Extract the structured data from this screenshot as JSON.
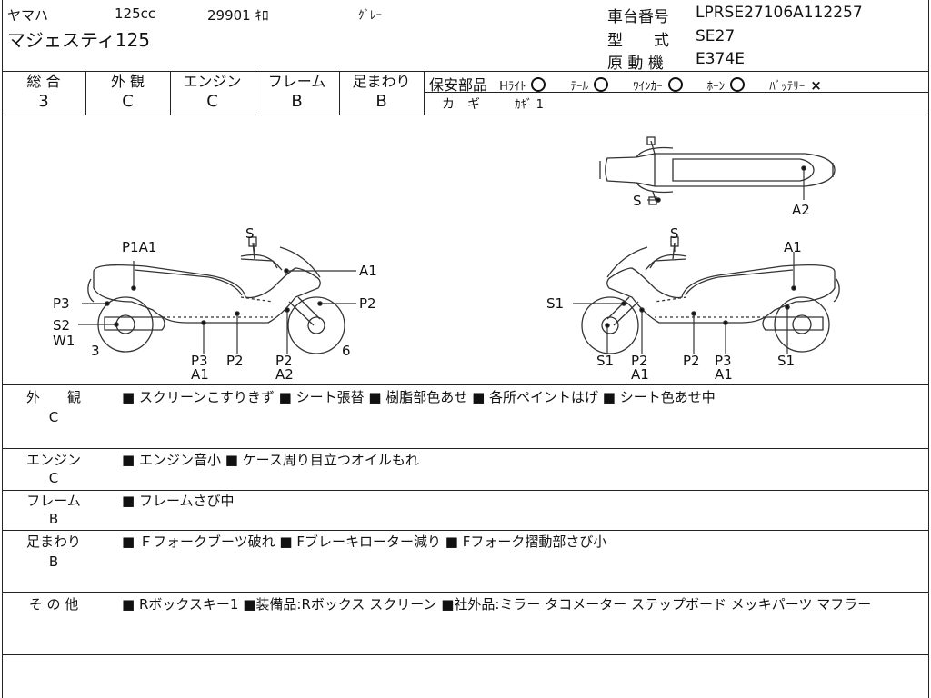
{
  "header": {
    "maker": "ヤマハ",
    "displacement": "125cc",
    "mileage": "29901 ｷﾛ",
    "color": "ｸﾞﾚｰ",
    "model_name": "マジェスティ125",
    "frame_no_label": "車台番号",
    "frame_no": "LPRSE27106A112257",
    "type_label": "型　　式",
    "type_value": "SE27",
    "engine_label": "原 動 機",
    "engine_value": "E374E"
  },
  "grades": [
    {
      "label": "総 合",
      "value": "3"
    },
    {
      "label": "外 観",
      "value": "C"
    },
    {
      "label": "エンジン",
      "value": "C"
    },
    {
      "label": "フレーム",
      "value": "B"
    },
    {
      "label": "足まわり",
      "value": "B"
    }
  ],
  "safety": {
    "title": "保安部品",
    "items": [
      {
        "label": "Hﾗｲﾄ",
        "mark": "circle"
      },
      {
        "label": "ﾃｰﾙ",
        "mark": "circle"
      },
      {
        "label": "ｳｲﾝｶｰ",
        "mark": "circle"
      },
      {
        "label": "ﾎｰﾝ",
        "mark": "circle"
      },
      {
        "label": "ﾊﾞｯﾃﾘｰ",
        "mark": "×"
      }
    ],
    "key_label": "カ　ギ",
    "key_value": "ｶｷﾞ 1"
  },
  "diagram": {
    "left": {
      "labels": [
        "S",
        "P1A1",
        "A1",
        "P3",
        "P2",
        "S2",
        "W1",
        "3",
        "6",
        "P3",
        "A1",
        "P2",
        "P2",
        "A2"
      ]
    },
    "right": {
      "labels": [
        "S",
        "A1",
        "S1",
        "S1",
        "P2",
        "A1",
        "P2",
        "P3",
        "A1",
        "S1"
      ]
    },
    "top": {
      "labels": [
        "S",
        "A2"
      ]
    }
  },
  "sections": [
    {
      "label": "外　　観",
      "grade": "C",
      "text": "■ スクリーンこすりきず ■ シート張替 ■ 樹脂部色あせ ■ 各所ペイントはげ ■ シート色あせ中"
    },
    {
      "label": "エンジン",
      "grade": "C",
      "text": "■ エンジン音小 ■ ケース周り目立つオイルもれ"
    },
    {
      "label": "フレーム",
      "grade": "B",
      "text": "■ フレームさび中"
    },
    {
      "label": "足まわり",
      "grade": "B",
      "text": "■ Ｆフォークブーツ破れ ■ Fブレーキローター減り ■ Fフォーク摺動部さび小"
    },
    {
      "label": "そ の 他",
      "grade": "",
      "text": "■ Rボックスキー1 ■装備品:Rボックス スクリーン ■社外品:ミラー タコメーター ステップボード メッキパーツ マフラー"
    }
  ]
}
